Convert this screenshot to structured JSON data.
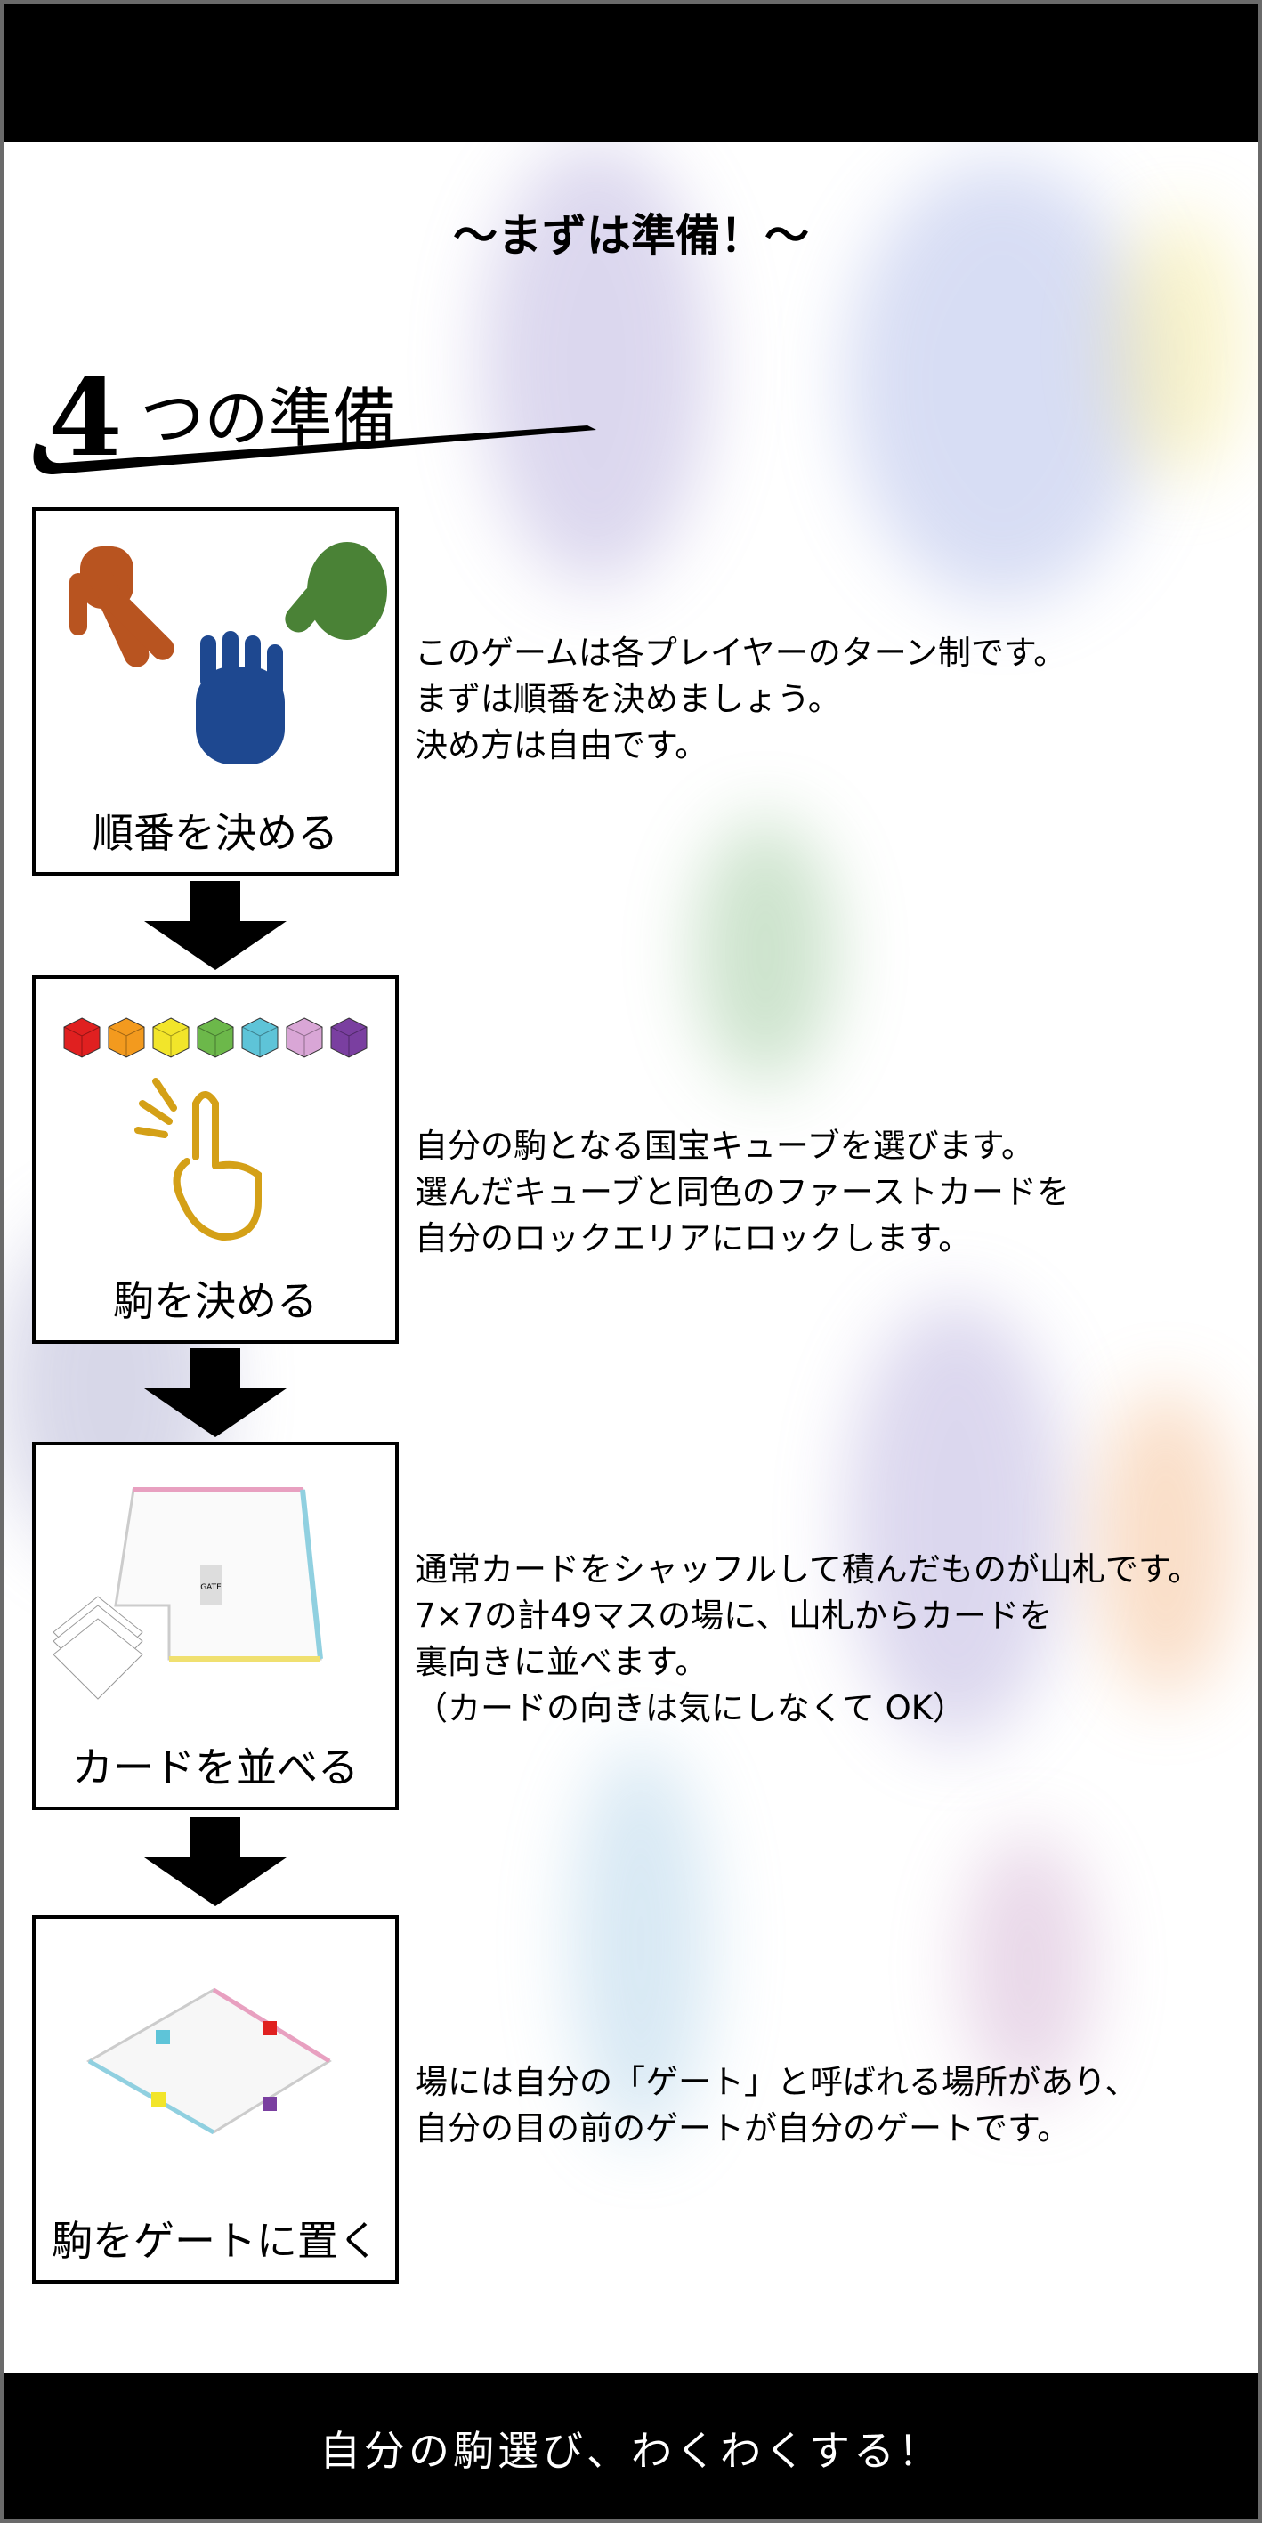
{
  "title": "〜まずは準備！〜",
  "heading": {
    "number": "4",
    "text": "つの準備"
  },
  "steps": [
    {
      "label": "順番を決める",
      "lines": [
        "このゲームは各プレイヤーのターン制です。",
        "まずは順番を決めましょう。",
        "決め方は自由です。"
      ]
    },
    {
      "label": "駒を決める",
      "lines": [
        "自分の駒となる国宝キューブを選びます。",
        "選んだキューブと同色のファーストカードを",
        "自分のロックエリアにロックします。"
      ]
    },
    {
      "label": "カードを並べる",
      "lines": [
        "通常カードをシャッフルして積んだものが山札です。",
        "7×7の計49マスの場に、山札からカードを",
        "裏向きに並べます。",
        "（カードの向きは気にしなくて OK）"
      ]
    },
    {
      "label": "駒をゲートに置く",
      "lines": [
        "場には自分の「ゲート」と呼ばれる場所があり、",
        "自分の目の前のゲートが自分のゲートです。"
      ]
    }
  ],
  "board_labels": {
    "gate": "GATE"
  },
  "cube_colors": [
    "#e02020",
    "#f39a1e",
    "#f2e52a",
    "#6cb84a",
    "#5ec4d8",
    "#d9a6d6",
    "#7a3fa0"
  ],
  "footer": "自分の駒選び、わくわくする！"
}
